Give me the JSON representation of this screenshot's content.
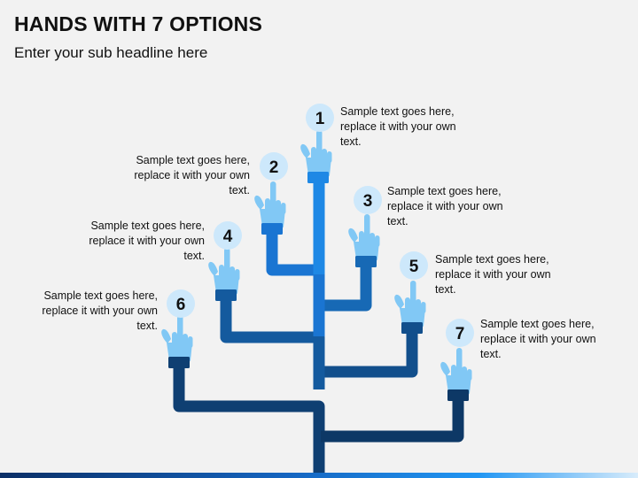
{
  "header": {
    "title": "HANDS WITH 7 OPTIONS",
    "subtitle": "Enter your sub headline here"
  },
  "options": [
    {
      "number": "1",
      "text": "Sample text goes here, replace it with your own text.",
      "color": "#1e88e5"
    },
    {
      "number": "2",
      "text": "Sample text goes here, replace it with your own text.",
      "color": "#1a75d2"
    },
    {
      "number": "3",
      "text": "Sample text goes here, replace it with your own text.",
      "color": "#1769b5"
    },
    {
      "number": "4",
      "text": "Sample text goes here, replace it with your own text.",
      "color": "#145a9e"
    },
    {
      "number": "5",
      "text": "Sample text goes here, replace it with your own text.",
      "color": "#124f8c"
    },
    {
      "number": "6",
      "text": "Sample text goes here, replace it with your own text.",
      "color": "#0f3f72"
    },
    {
      "number": "7",
      "text": "Sample text goes here, replace it with your own text.",
      "color": "#0d3866"
    }
  ],
  "colors": {
    "hand": "#81c8f5",
    "badge": "#cde8fb",
    "trunk": "#1c6fc4"
  }
}
